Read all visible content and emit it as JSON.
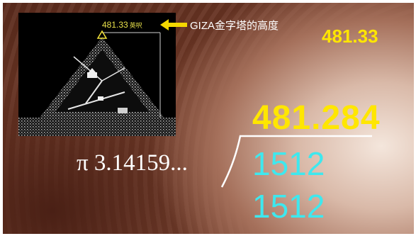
{
  "photo": {
    "height_label": "481.33",
    "height_unit": "英呎"
  },
  "caption": "GIZA金字塔的高度",
  "height_value": "481.33",
  "division": {
    "quotient": "481.284",
    "divisor": "π 3.14159...",
    "dividend": "1512",
    "product": "1512"
  },
  "colors": {
    "yellow": "#ffe600",
    "cyan": "#3ee8ee",
    "label_yellow": "#e8e04a"
  }
}
